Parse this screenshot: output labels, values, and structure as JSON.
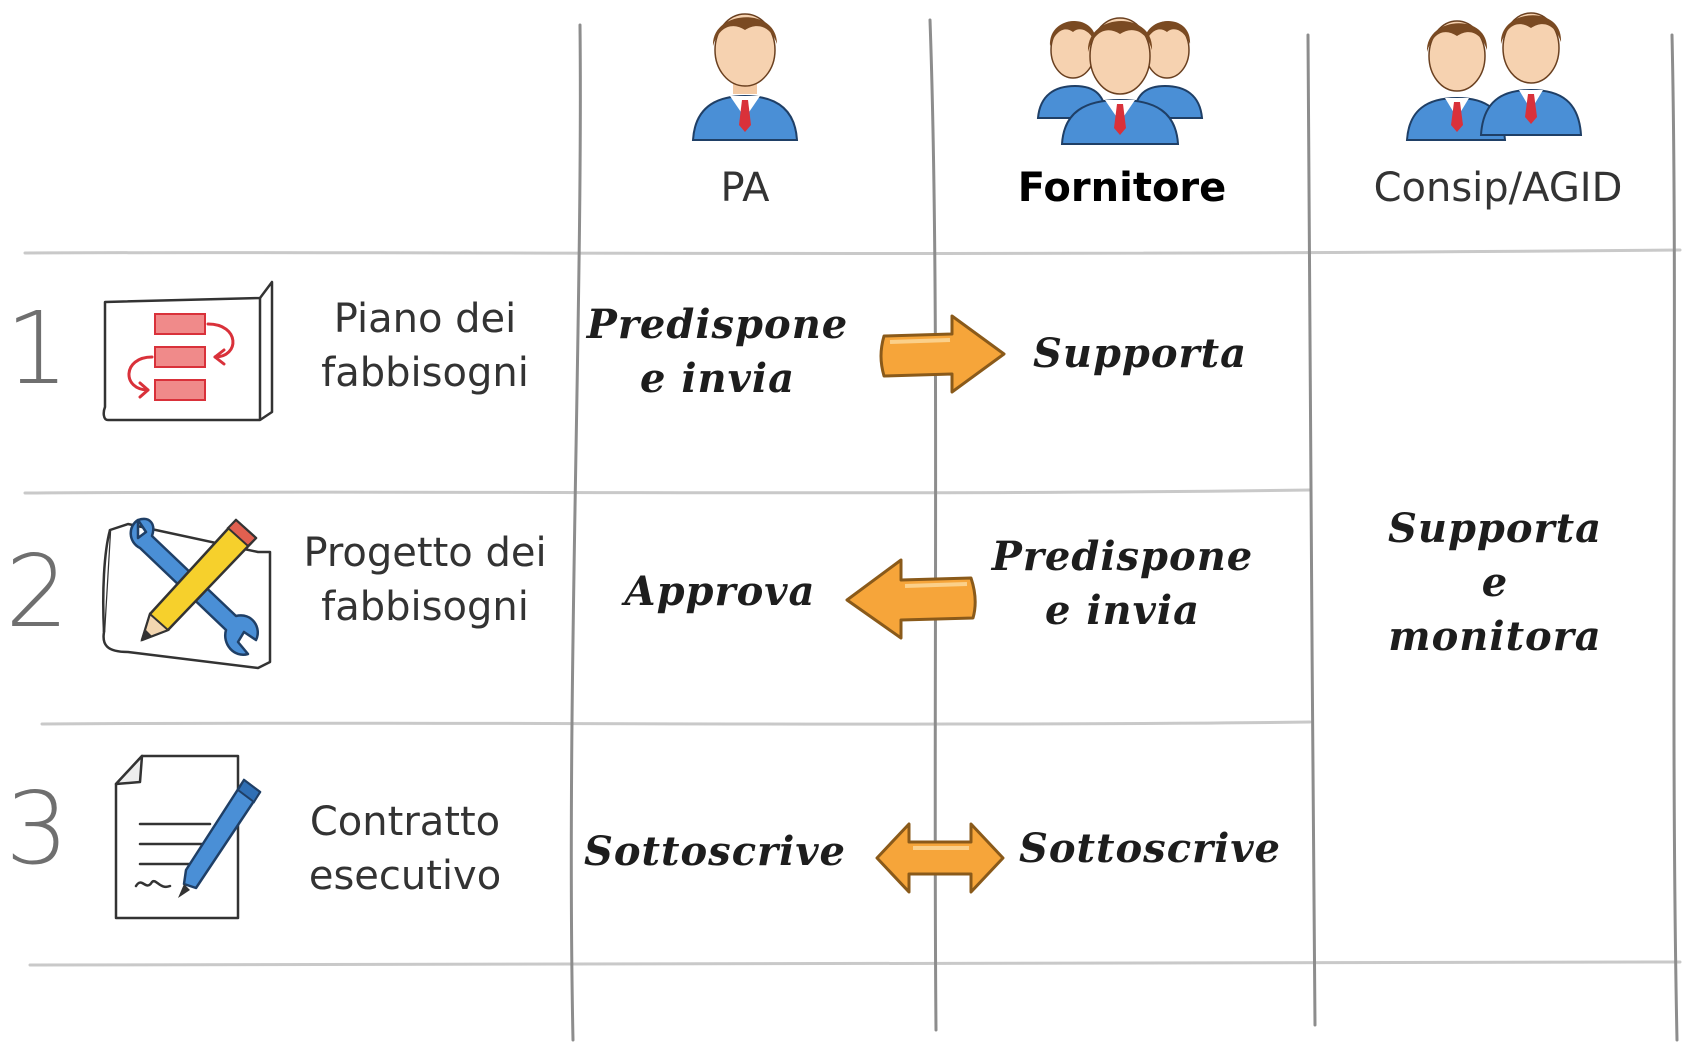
{
  "columns": {
    "pa": {
      "label": "PA",
      "icon": "person-icon"
    },
    "fornitore": {
      "label": "Fornitore",
      "icon": "group-icon"
    },
    "consip": {
      "label": "Consip/AGID",
      "icon": "two-people-icon"
    }
  },
  "rows": [
    {
      "number": "1",
      "label_line1": "Piano dei",
      "label_line2": "fabbisogni",
      "icon": "plan-flowchart-icon",
      "pa_line1": "Predispone",
      "pa_line2": "e invia",
      "arrow": "right-arrow-icon",
      "fornitore": "Supporta"
    },
    {
      "number": "2",
      "label_line1": "Progetto dei",
      "label_line2": "fabbisogni",
      "icon": "tools-blueprint-icon",
      "pa": "Approva",
      "arrow": "left-arrow-icon",
      "fornitore_line1": "Predispone",
      "fornitore_line2": "e invia"
    },
    {
      "number": "3",
      "label_line1": "Contratto",
      "label_line2": "esecutivo",
      "icon": "contract-pen-icon",
      "pa": "Sottoscrive",
      "arrow": "double-arrow-icon",
      "fornitore": "Sottoscrive"
    }
  ],
  "consip_note": {
    "line1": "Supporta",
    "line2": "e",
    "line3": "monitora"
  },
  "colors": {
    "arrow_fill": "#f6a53a",
    "arrow_stroke": "#8a5a1a",
    "grid_line": "#c8c8c8",
    "accent_red": "#d9313a",
    "suit_blue": "#4a8fd6"
  }
}
